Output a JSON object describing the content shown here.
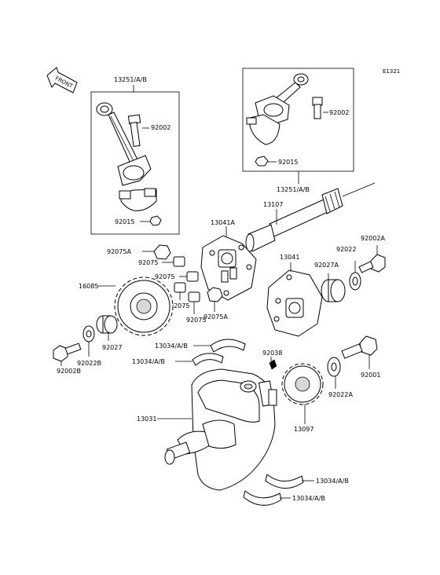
{
  "diagram": {
    "code": "E1321",
    "front": "FRONT",
    "labels": {
      "l13251_left": "13251/A/B",
      "l92002_left": "92002",
      "l92015_left": "92015",
      "l13251_right": "13251/A/B",
      "l92002_right": "92002",
      "l92015_right": "92015",
      "l13107": "13107",
      "l13041A": "13041A",
      "l92075A_top": "92075A",
      "l92075_a": "92075",
      "l92075_b": "92075",
      "l92075_c": "92075",
      "l92075_d": "92075",
      "l92075A_bot": "92075A",
      "l16085": "16085",
      "l13041": "13041",
      "l92027A": "92027A",
      "l92022": "92022",
      "l92002A": "92002A",
      "l92027": "92027",
      "l92022B": "92022B",
      "l92002B": "92002B",
      "l13034_a": "13034/A/B",
      "l13034_b": "13034/A/B",
      "l92038": "92038",
      "l92001": "92001",
      "l92022A": "92022A",
      "l13031": "13031",
      "l13097": "13097",
      "l13034_c": "13034/A/B",
      "l13034_d": "13034/A/B"
    }
  }
}
